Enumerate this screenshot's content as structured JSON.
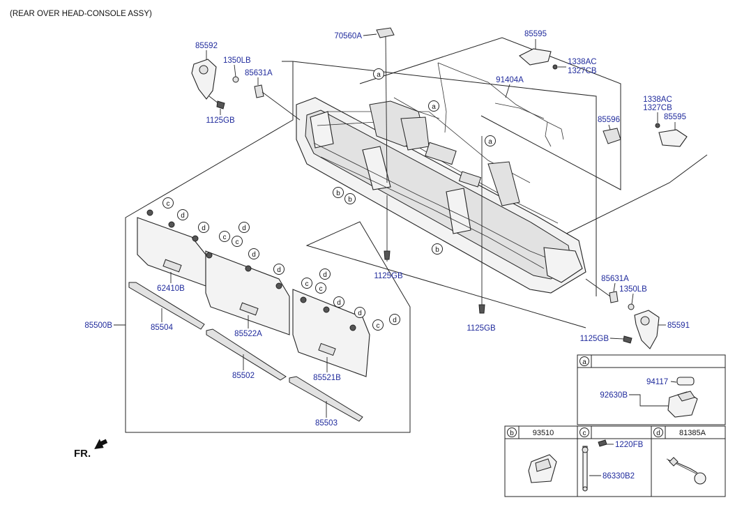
{
  "title": "(REAR OVER HEAD-CONSOLE ASSY)",
  "front_marker": "FR.",
  "parts": {
    "p70560A": "70560A",
    "p85595_top": "85595",
    "p1338AC_top": "1338AC",
    "p1327CB_top": "1327CB",
    "p85592": "85592",
    "p1350LB_top": "1350LB",
    "p85631A_top": "85631A",
    "p1125GB_tl": "1125GB",
    "p91404A": "91404A",
    "p1338AC_right": "1338AC",
    "p1327CB_right": "1327CB",
    "p85596": "85596",
    "p85595_right": "85595",
    "p1125GB_mid": "1125GB",
    "p1125GB_low": "1125GB",
    "p85631A_low": "85631A",
    "p1350LB_low": "1350LB",
    "p85591": "85591",
    "p1125GB_br": "1125GB",
    "p62410B": "62410B",
    "p85500B": "85500B",
    "p85504": "85504",
    "p85522A": "85522A",
    "p85502": "85502",
    "p85521B": "85521B",
    "p85503": "85503"
  },
  "detail_boxes": {
    "a": {
      "letter": "a",
      "p94117": "94117",
      "p92630B": "92630B"
    },
    "b": {
      "letter": "b",
      "part": "93510"
    },
    "c": {
      "letter": "c",
      "p1220FB": "1220FB",
      "p86330B2": "86330B2"
    },
    "d": {
      "letter": "d",
      "part": "81385A"
    }
  },
  "callout_letters": {
    "a": "a",
    "b": "b",
    "c": "c",
    "d": "d"
  }
}
